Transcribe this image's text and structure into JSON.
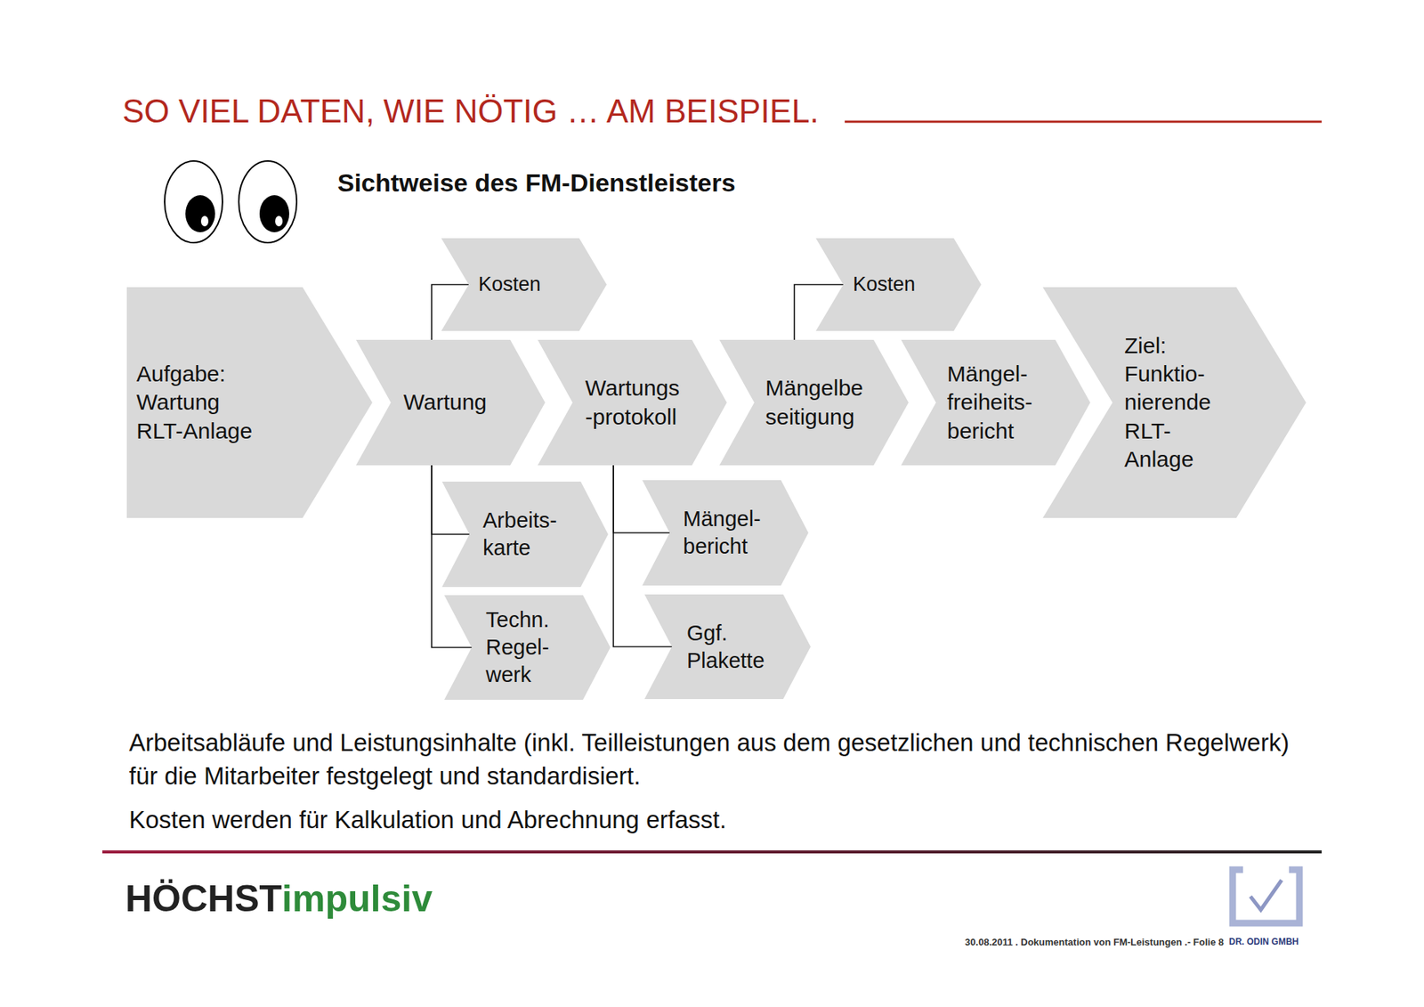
{
  "diagram": {
    "title": "SO VIEL DATEN, WIE NÖTIG … AM BEISPIEL.",
    "nodes": [
      {
        "text": [
          "Aufgabe: Wartung RLT-Anlage"
        ]
      },
      {
        "text": [
          "Kosten"
        ]
      },
      {
        "text": [
          "Wartung"
        ]
      },
      {
        "text": [
          "Wartungs -protokoll"
        ]
      },
      {
        "text": [
          "Kosten"
        ]
      },
      {
        "text": [
          "Mängelbe seitigung"
        ]
      },
      {
        "text": [
          "Mängel- freiheits- bericht"
        ]
      },
      {
        "text": [
          "Ziel: Funktio- nierende RLT- Anlage"
        ]
      },
      {
        "text": [
          "Arbeits- karte"
        ]
      },
      {
        "text": [
          "Techn. Regel- werk"
        ]
      },
      {
        "text": [
          "Mängel- bericht"
        ]
      },
      {
        "text": [
          "Ggf. Plakette"
        ]
      }
    ],
    "edges": [
      {
        "from": 2,
        "to": 1,
        "arrow": "none"
      },
      {
        "from": 2,
        "to": 8,
        "arrow": "none"
      },
      {
        "from": 2,
        "to": 9,
        "arrow": "none"
      },
      {
        "from": 3,
        "to": 10,
        "arrow": "none"
      },
      {
        "from": 3,
        "to": 11,
        "arrow": "none"
      },
      {
        "from": 5,
        "to": 4,
        "arrow": "none"
      }
    ],
    "labels": [
      "Sichtweise des FM-Dienstleisters",
      "Arbeitsabläufe und Leistungsinhalte (inkl. Teilleistungen aus dem gesetzlichen und technischen Regelwerk) für die Mitarbeiter festgelegt und standardisiert.",
      "Kosten werden für Kalkulation und Abrechnung erfasst.",
      "HÖCHST",
      "impulsiv",
      "30.08.2011 . Dokumentation von FM-Leistungen .- Folie 8",
      "DR. ODIN GMBH"
    ]
  }
}
